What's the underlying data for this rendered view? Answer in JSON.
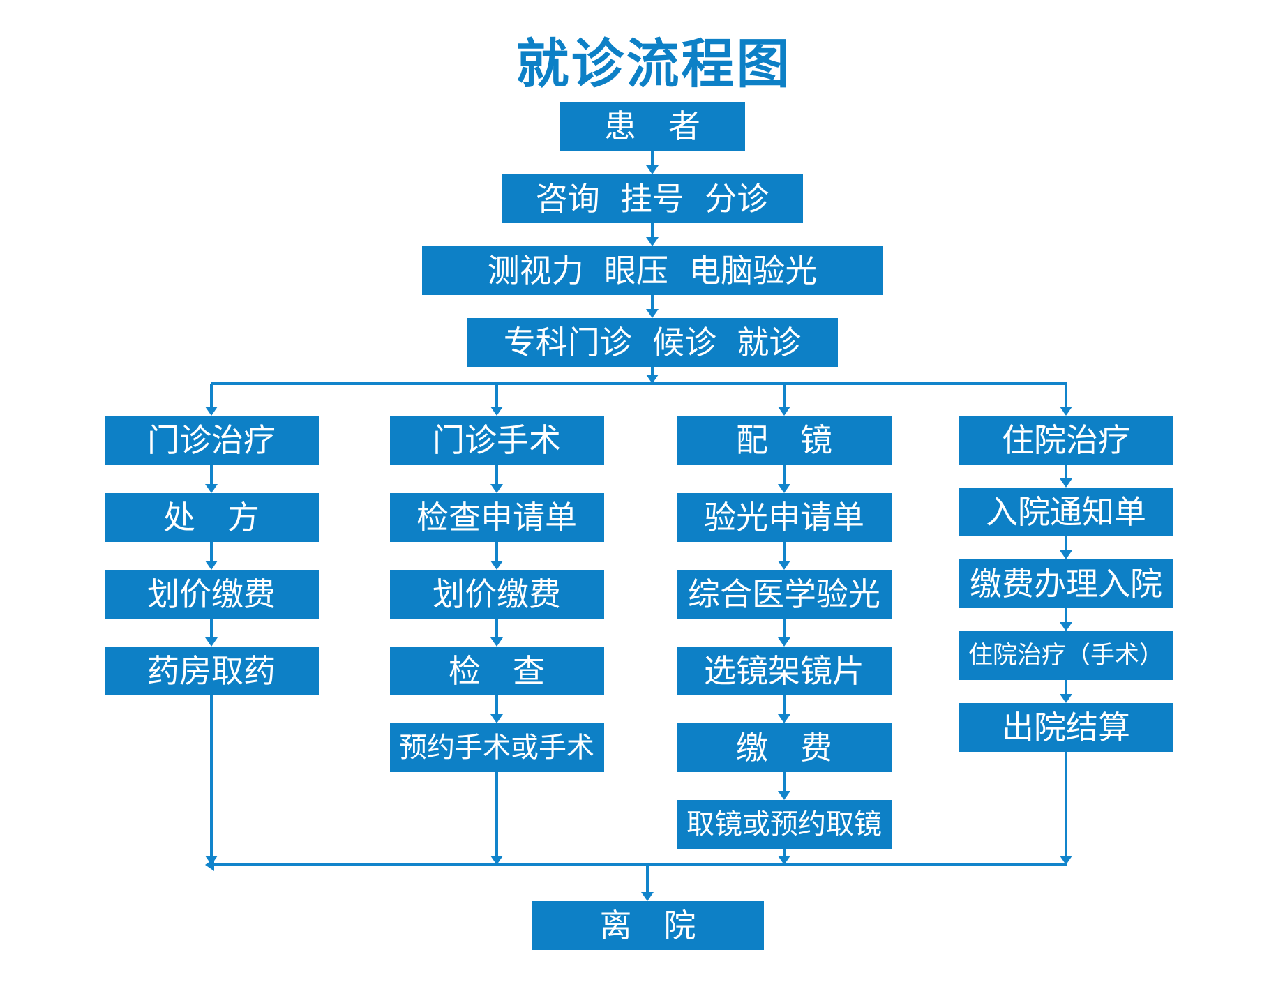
{
  "title": "就诊流程图",
  "colors": {
    "primary": "#0d80c6",
    "line": "#1184cb",
    "box_text": "#ffffff",
    "background": "#ffffff"
  },
  "flow": {
    "top_chain": [
      {
        "id": "patient",
        "label": "患　者"
      },
      {
        "id": "consult-register-triage",
        "label": "咨询  挂号  分诊"
      },
      {
        "id": "vision-tension-optometry",
        "label": "测视力  眼压  电脑验光"
      },
      {
        "id": "specialist-clinic-wait-visit",
        "label": "专科门诊  候诊  就诊"
      }
    ],
    "branches": [
      {
        "id": "outpatient-treatment-branch",
        "steps": [
          {
            "id": "outpatient-treatment",
            "label": "门诊治疗"
          },
          {
            "id": "prescription",
            "label": "处　方"
          },
          {
            "id": "pricing-payment-outpatient",
            "label": "划价缴费"
          },
          {
            "id": "pharmacy-pickup",
            "label": "药房取药"
          }
        ]
      },
      {
        "id": "outpatient-surgery-branch",
        "steps": [
          {
            "id": "outpatient-surgery",
            "label": "门诊手术"
          },
          {
            "id": "exam-request-form",
            "label": "检查申请单"
          },
          {
            "id": "pricing-payment-surgery",
            "label": "划价缴费"
          },
          {
            "id": "examination",
            "label": "检　查"
          },
          {
            "id": "surgery-or-appointment",
            "label": "预约手术或手术"
          }
        ]
      },
      {
        "id": "glasses-branch",
        "steps": [
          {
            "id": "glasses-fitting",
            "label": "配　镜"
          },
          {
            "id": "optometry-request-form",
            "label": "验光申请单"
          },
          {
            "id": "comprehensive-medical-optometry",
            "label": "综合医学验光"
          },
          {
            "id": "select-frames-lenses",
            "label": "选镜架镜片"
          },
          {
            "id": "payment",
            "label": "缴　费"
          },
          {
            "id": "glasses-pickup-or-appointment",
            "label": "取镜或预约取镜"
          }
        ]
      },
      {
        "id": "inpatient-branch",
        "steps": [
          {
            "id": "inpatient-treatment",
            "label": "住院治疗"
          },
          {
            "id": "admission-notice",
            "label": "入院通知单"
          },
          {
            "id": "pay-and-admit",
            "label": "缴费办理入院"
          },
          {
            "id": "inpatient-treatment-surgery",
            "label": "住院治疗（手术）"
          },
          {
            "id": "discharge-settlement",
            "label": "出院结算"
          }
        ]
      }
    ],
    "end_node": {
      "id": "leave-hospital",
      "label": "离　院"
    }
  }
}
